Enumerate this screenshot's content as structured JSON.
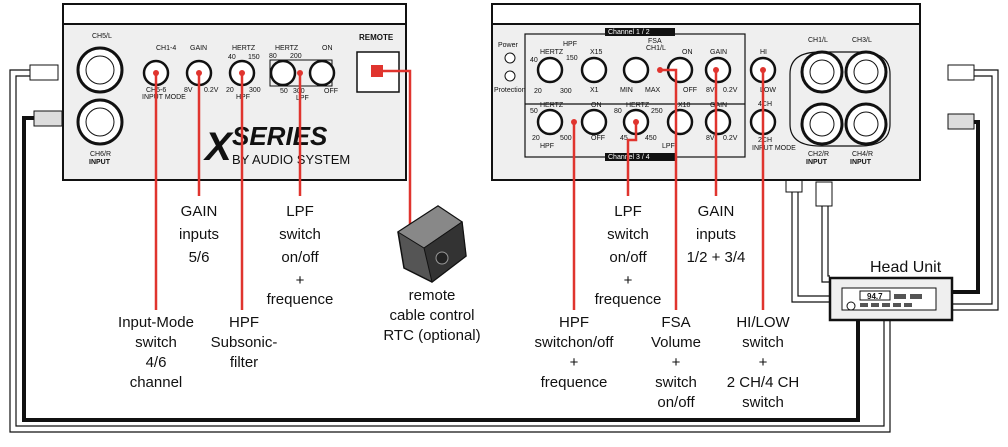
{
  "left_panel": {
    "ch56": "CH5/L",
    "ch6r": "CH6/R",
    "input": "INPUT",
    "mode_top": "CH1-4",
    "mode_bottom": "CH5-6",
    "input_mode": "INPUT MODE",
    "gain": "GAIN",
    "gain_min": "8V",
    "gain_max": "0.2V",
    "hpf_hertz": "HERTZ",
    "hpf_40": "40",
    "hpf_150": "150",
    "hpf_20": "20",
    "hpf_300": "300",
    "hpf": "HPF",
    "lpf_hertz": "HERTZ",
    "lpf_80": "80",
    "lpf_200": "200",
    "lpf_50": "50",
    "lpf_300": "300",
    "lpf": "LPF",
    "on": "ON",
    "off": "OFF",
    "remote": "REMOTE",
    "brand_x": "X",
    "brand_series": "SERIES",
    "brand_by": "BY AUDIO SYSTEM"
  },
  "right_panel": {
    "power": "Power",
    "protection": "Protection",
    "channel12": "Channel 1 / 2",
    "channel34": "Channel 3 / 4",
    "hpf_label": "HPF",
    "hertz": "HERTZ",
    "n40": "40",
    "n150": "150",
    "n20": "20",
    "n300": "300",
    "x15": "X15",
    "x1": "X1",
    "fsa": "FSA",
    "ch1l": "CH1/L",
    "min": "MIN",
    "max": "MAX",
    "on": "ON",
    "off": "OFF",
    "gain": "GAIN",
    "g8v": "8V",
    "g02v": "0.2V",
    "hi": "HI",
    "low": "LOW",
    "ch4": "4CH",
    "ch2": "2CH",
    "input_mode": "INPUT MODE",
    "b50": "50",
    "b500": "500",
    "b80": "80",
    "b250": "250",
    "b45": "45",
    "b450": "450",
    "x10": "X10",
    "lpf": "LPF",
    "c_ch1l": "CH1/L",
    "c_ch3l": "CH3/L",
    "c_ch2r": "CH2/R",
    "c_ch4r": "CH4/R",
    "input": "INPUT"
  },
  "callouts": {
    "gain56": [
      "GAIN",
      "inputs",
      "5/6"
    ],
    "lpf_left": [
      "LPF",
      "switch",
      "on/off",
      "+",
      "frequence"
    ],
    "remote": [
      "remote",
      "cable control",
      "RTC (optional)"
    ],
    "input_mode": [
      "Input-Mode",
      "switch",
      "4/6",
      "channel"
    ],
    "hpf_left": [
      "HPF",
      "Subsonic-",
      "filter"
    ],
    "lpf_right": [
      "LPF",
      "switch",
      "on/off",
      "+",
      "frequence"
    ],
    "gain_right": [
      "GAIN",
      "inputs",
      "1/2 + 3/4"
    ],
    "hpf_right": [
      "HPF",
      "switchon/off",
      "+",
      "frequence"
    ],
    "fsa": [
      "FSA",
      "Volume",
      "+",
      "switch",
      "on/off"
    ],
    "hilow": [
      "HI/LOW",
      "switch",
      "+",
      "2 CH/4 CH",
      "switch"
    ]
  },
  "head_unit": {
    "title": "Head Unit",
    "display": "94.7"
  },
  "colors": {
    "red_lines": "#e0342e",
    "panel_fill": "#efefef",
    "cables": "#111111"
  }
}
